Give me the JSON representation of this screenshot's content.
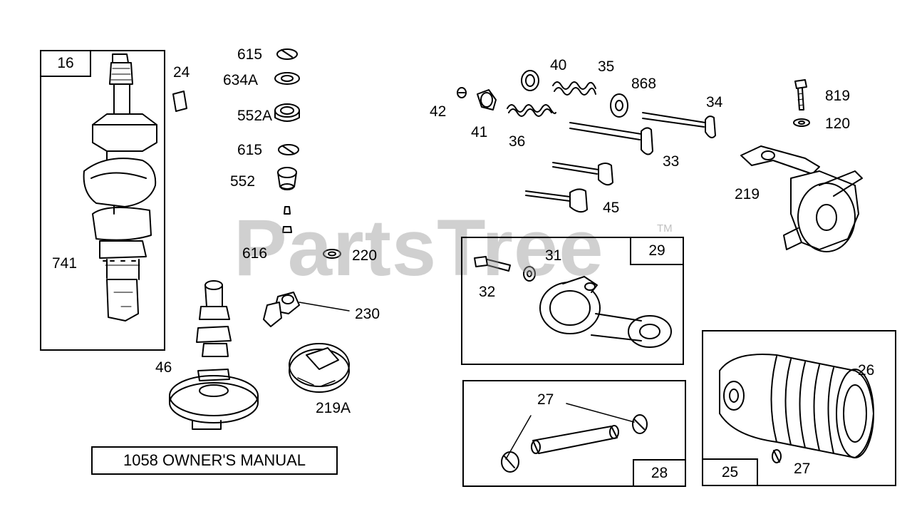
{
  "watermark": {
    "text": "PartsTree",
    "tm": "TM"
  },
  "footer": {
    "manual": "1058 OWNER'S MANUAL"
  },
  "boxes": {
    "crankshaft": "16",
    "connecting_rod": "29",
    "piston_pin": "28",
    "piston": "25"
  },
  "labels": {
    "p615a": "615",
    "p634a": "634A",
    "p552a": "552A",
    "p615b": "615",
    "p552": "552",
    "p24": "24",
    "p741": "741",
    "p616": "616",
    "p220": "220",
    "p230": "230",
    "p46": "46",
    "p219a": "219A",
    "p40": "40",
    "p35": "35",
    "p868": "868",
    "p34": "34",
    "p42": "42",
    "p41": "41",
    "p36": "36",
    "p33": "33",
    "p45": "45",
    "p819": "819",
    "p120": "120",
    "p219": "219",
    "p31": "31",
    "p32": "32",
    "p27a": "27",
    "p26": "26",
    "p27b": "27"
  }
}
